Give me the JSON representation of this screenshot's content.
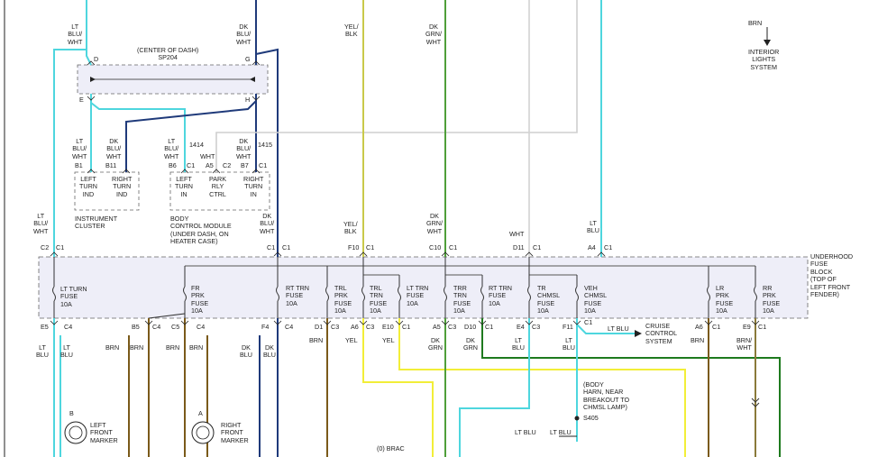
{
  "colors": {
    "lt_blu_wht": "#4ed6de",
    "lt_blu": "#4ed6de",
    "dk_blu_wht": "#1f3a7a",
    "yel_blk": "#c9c94a",
    "dk_grn_wht": "#4f9f3a",
    "wht": "#cfcfcf",
    "brn": "#7a5a1a",
    "yel": "#f2ee38",
    "dk_grn": "#1e7a1e",
    "brn_wht": "#8a7a3a",
    "black": "#222222",
    "box_fill": "#eeeef8"
  },
  "top_wires": {
    "lt_blu_wht": "LT\nBLU/\nWHT",
    "dk_blu_wht": "DK\nBLU/\nWHT",
    "yel_blk": "YEL/\nBLK",
    "dk_grn_wht": "DK\nGRN/\nWHT",
    "brn": "BRN",
    "interior_lights": "INTERIOR\nLIGHTS\nSYSTEM"
  },
  "splice": {
    "title": "(CENTER OF DASH)\nSP204",
    "pin_d": "D",
    "pin_g": "G",
    "pin_e": "E",
    "pin_h": "H"
  },
  "instrument_cluster": {
    "wire_left": "LT\nBLU/\nWHT",
    "wire_right": "DK\nBLU/\nWHT",
    "pin_left": "B1",
    "pin_right": "B11",
    "left_label": "LEFT\nTURN\nIND",
    "right_label": "RIGHT\nTURN\nIND",
    "name": "INSTRUMENT\nCLUSTER"
  },
  "bcm": {
    "wire_left": "LT\nBLU/\nWHT",
    "circuit_left": "1414",
    "wire_mid": "WHT",
    "wire_right": "DK\nBLU/\nWHT",
    "circuit_right": "1415",
    "pin_b6": "B6",
    "pin_c1a": "C1",
    "pin_a5": "A5",
    "pin_c2": "C2",
    "pin_b7": "B7",
    "pin_c1b": "C1",
    "left_label": "LEFT\nTURN\nIN",
    "park_label": "PARK\nRLY\nCTRL",
    "right_label": "RIGHT\nTURN\nIN",
    "name": "BODY\nCONTROL MODULE\n(UNDER DASH, ON\nHEATER CASE)"
  },
  "fuse_block": {
    "name": "UNDERHOOD\nFUSE\nBLOCK\n(TOP OF\nLEFT FRONT\nFENDER)",
    "top_wires": [
      {
        "wire": "LT\nBLU/\nWHT",
        "pin": "C2",
        "conn": "C1"
      },
      {
        "wire": "DK\nBLU/\nWHT",
        "pin": "C1",
        "conn": "C1"
      },
      {
        "wire": "YEL/\nBLK",
        "pin": "F10",
        "conn": "C1"
      },
      {
        "wire": "DK\nGRN/\nWHT",
        "pin": "C10",
        "conn": "C1"
      },
      {
        "wire": "WHT",
        "pin": "D11",
        "conn": "C1"
      },
      {
        "wire": "LT\nBLU",
        "pin": "A4",
        "conn": "C1"
      }
    ],
    "fuses": [
      "LT TURN\nFUSE\n10A",
      "FR\nPRK\nFUSE\n10A",
      "RT TRN\nFUSE\n10A",
      "TRL\nPRK\nFUSE\n10A",
      "TRL\nTRN\nFUSE\n10A",
      "LT TRN\nFUSE\n10A",
      "TRR\nTRN\nFUSE\n10A",
      "RT TRN\nFUSE\n10A",
      "TR\nCHMSL\nFUSE\n10A",
      "VEH\nCHMSL\nFUSE\n10A",
      "LR\nPRK\nFUSE\n10A",
      "RR\nPRK\nFUSE\n10A"
    ],
    "bottom_pins": [
      {
        "pin": "E5",
        "conn": "C4",
        "wire": "LT\nBLU"
      },
      {
        "pin": "B5",
        "conn": "C4",
        "wire": "BRN"
      },
      {
        "pin": "C5",
        "conn": "C4",
        "wire": "BRN"
      },
      {
        "pin": "F4",
        "conn": "C4",
        "wire": "DK\nBLU"
      },
      {
        "pin": "D1",
        "conn": "C3",
        "wire": "BRN"
      },
      {
        "pin": "A6",
        "conn": "C3",
        "wire": "YEL"
      },
      {
        "pin": "E10",
        "conn": "C1",
        "wire": "YEL"
      },
      {
        "pin": "A5",
        "conn": "C3",
        "wire": "DK\nGRN"
      },
      {
        "pin": "D10",
        "conn": "C1",
        "wire": "DK\nGRN"
      },
      {
        "pin": "E4",
        "conn": "C3",
        "wire": "LT\nBLU"
      },
      {
        "pin": "F11",
        "conn": "C1",
        "wire": "LT\nBLU"
      },
      {
        "pin": "A6",
        "conn": "C1",
        "wire": "BRN"
      },
      {
        "pin": "E9",
        "conn": "C1",
        "wire": "BRN/\nWHT"
      }
    ],
    "extra_bottom_wires": [
      "LT\nBLU",
      "BRN",
      "BRN",
      "DK\nBLU"
    ]
  },
  "cruise": {
    "pin": "C1",
    "wire": "LT BLU",
    "label": "CRUISE\nCONTROL\nSYSTEM"
  },
  "body_harness": {
    "label": "(BODY\nHARN, NEAR\nBREAKOUT TO\nCHMSL LAMP)",
    "splice": "S405",
    "wire_a": "LT BLU",
    "wire_b": "LT BLU"
  },
  "markers": {
    "left_pin": "B",
    "left_label": "LEFT\nFRONT\nMARKER",
    "right_pin": "A",
    "right_label": "RIGHT\nFRONT\nMARKER"
  },
  "cut_off_text": "(0) BRAC"
}
